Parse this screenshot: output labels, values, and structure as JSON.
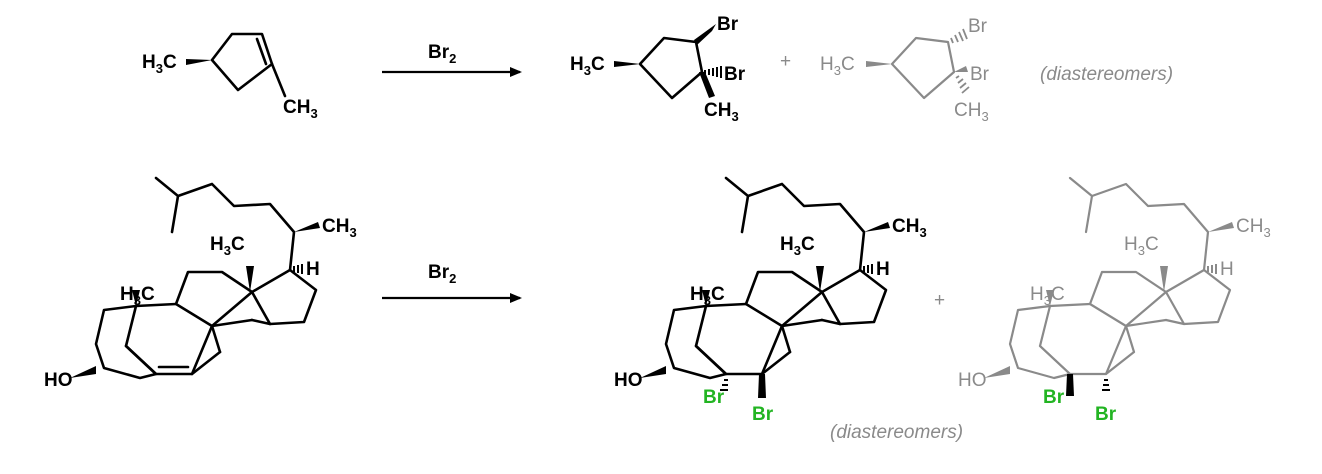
{
  "colors": {
    "black": "#000000",
    "gray": "#8a8a8a",
    "green": "#22b422"
  },
  "reaction1": {
    "reagent_main": "Br",
    "reagent_sub": "2",
    "plus": "+",
    "note": "(diastereomers)",
    "reactant": {
      "h3c_main": "H",
      "h3c_sub": "3",
      "h3c_tail": "C",
      "ch3_main": "CH",
      "ch3_sub": "3"
    },
    "product1": {
      "h3c_main": "H",
      "h3c_sub": "3",
      "h3c_tail": "C",
      "br_top": "Br",
      "br_mid": "Br",
      "ch3_main": "CH",
      "ch3_sub": "3"
    },
    "product2": {
      "h3c_main": "H",
      "h3c_sub": "3",
      "h3c_tail": "C",
      "br_top": "Br",
      "br_mid": "Br",
      "ch3_main": "CH",
      "ch3_sub": "3"
    }
  },
  "reaction2": {
    "reagent_main": "Br",
    "reagent_sub": "2",
    "plus": "+",
    "note": "(diastereomers)",
    "reactant": {
      "ch3_main": "CH",
      "ch3_sub": "3",
      "h3c_main": "H",
      "h3c_sub": "3",
      "h3c_tail": "C",
      "h": "H",
      "h3c2_main": "H",
      "h3c2_sub": "3",
      "h3c2_tail": "C",
      "ho": "HO"
    },
    "product1": {
      "ch3_main": "CH",
      "ch3_sub": "3",
      "h3c_main": "H",
      "h3c_sub": "3",
      "h3c_tail": "C",
      "h": "H",
      "h3c2_main": "H",
      "h3c2_sub": "3",
      "h3c2_tail": "C",
      "ho": "HO",
      "br1": "Br",
      "br2": "Br"
    },
    "product2": {
      "ch3_main": "CH",
      "ch3_sub": "3",
      "h3c_main": "H",
      "h3c_sub": "3",
      "h3c_tail": "C",
      "h": "H",
      "h3c2_main": "H",
      "h3c2_sub": "3",
      "h3c2_tail": "C",
      "ho": "HO",
      "br1": "Br",
      "br2": "Br"
    }
  }
}
